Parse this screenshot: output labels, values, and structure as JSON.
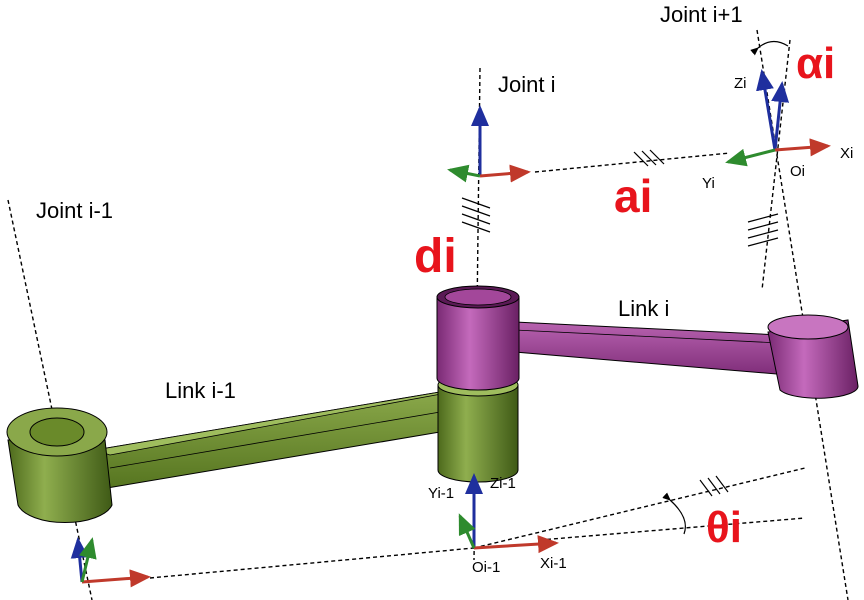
{
  "joints": {
    "joint_prev": "Joint i-1",
    "joint_i": "Joint i",
    "joint_next": "Joint i+1"
  },
  "links": {
    "link_prev": "Link i-1",
    "link_i": "Link i"
  },
  "parameters": {
    "d": "di",
    "a": "ai",
    "alpha": "αi",
    "theta": "θi"
  },
  "frame_i": {
    "z": "Zi",
    "y": "Yi",
    "x": "Xi",
    "origin": "Oi"
  },
  "frame_prev": {
    "z": "Zi-1",
    "y": "Yi-1",
    "x": "Xi-1",
    "origin": "Oi-1"
  },
  "colors": {
    "param_red": "#e8141c",
    "link_prev_green": "#6e8a2e",
    "link_i_purple": "#a3479a",
    "axis_x": "#c0392b",
    "axis_y": "#2e8b2e",
    "axis_z": "#1f2f9e"
  }
}
